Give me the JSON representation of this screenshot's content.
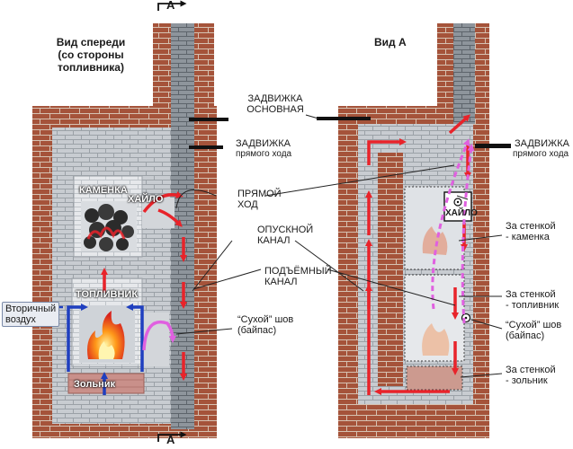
{
  "views": {
    "front_title": "Вид спереди\n(со стороны\nтопливника)",
    "side_title": "Вид А",
    "section_mark_top": "А",
    "section_mark_bottom": "А"
  },
  "front_labels": {
    "kamenka": "КАМЕНКА",
    "hailo": "ХАЙЛО",
    "toplivnik": "ТОПЛИВНИК",
    "zolnik": "Зольник",
    "secondary_air": "Вторичный\nвоздух"
  },
  "callouts": {
    "main_damper": "ЗАДВИЖКА\nОСНОВНАЯ",
    "direct_damper_title": "ЗАДВИЖКА",
    "direct_damper_sub": "прямого хода",
    "direct_flue": "ПРЯМОЙ\nХОД",
    "down_channel": "ОПУСКНОЙ\nКАНАЛ",
    "up_channel": "ПОДЪЁМНЫЙ\nКАНАЛ",
    "dry_seam_front": "“Сухой” шов\n(байпас)"
  },
  "side_labels": {
    "direct_damper_title": "ЗАДВИЖКА",
    "direct_damper_sub": "прямого хода",
    "hailo": "ХАЙЛО",
    "behind_kamenka": "За стенкой\n- каменка",
    "behind_toplivnik": "За стенкой\n- топливник",
    "dry_seam": "“Сухой” шов\n(байпас)",
    "behind_zolnik": "За стенкой\n- зольник"
  },
  "colors": {
    "brick": "#a5533a",
    "mortar": "#d9c7b8",
    "grey_brick": "#9aa1a8",
    "light_grey": "#c9cdd2",
    "flow_red": "#e8232a",
    "bypass_pink": "#e060e0",
    "air_blue": "#1f3fbf"
  }
}
